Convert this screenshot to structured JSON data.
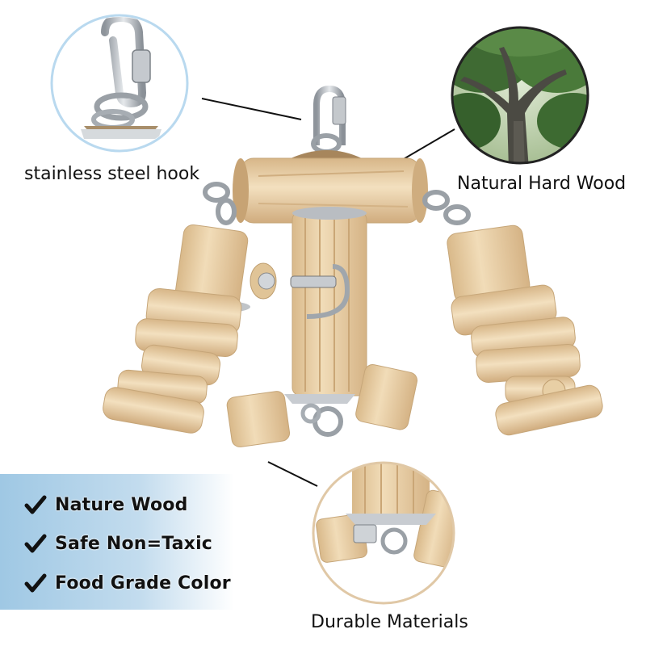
{
  "captions": {
    "hook": "stainless steel hook",
    "wood": "Natural Hard Wood",
    "durable": "Durable Materials"
  },
  "features": [
    {
      "label": "Nature Wood",
      "icon": "checkmark-icon"
    },
    {
      "label": "Safe Non=Taxic",
      "icon": "checkmark-icon"
    },
    {
      "label": "Food Grade Color",
      "icon": "checkmark-icon"
    }
  ],
  "colors": {
    "panel": "#a8cde6",
    "circle_border": "#b9d9ef",
    "durable_circle_border": "#e0c8a6",
    "wood": "#e7cfa6",
    "metal": "#b8bcc2"
  }
}
